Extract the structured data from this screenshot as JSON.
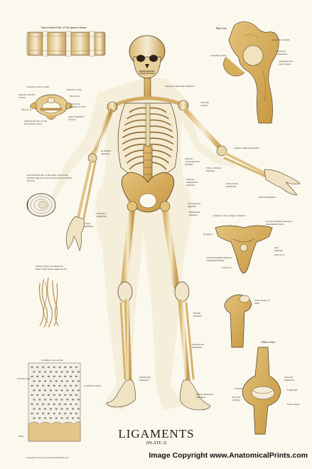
{
  "title": "LIGAMENTS",
  "subtitle": "(PLATE 2)",
  "copyright": "Copyright 2014 www.AnatomicalPrints.com",
  "watermark": "Image Copyright www.AnatomicalPrints.com",
  "panels": {
    "spine_discs": {
      "caption": "Intervertebral disc of the spinal column."
    },
    "atlas": {
      "labels": {
        "articular_facet": "Articular facet for dens",
        "synovial_cavity": "Synovial cavity",
        "superior_articular": "Superior articular process",
        "dens": "Dens (C2)",
        "atlas": "Atlas (C1)",
        "transverse": "Transverse ligament of atlas",
        "apical": "Apical ligament of dens",
        "spinous": "Spinous process of axis (C2) (below atlas)"
      }
    },
    "hip": {
      "caption": "Hip Joint",
      "labels": {
        "acetabular_labrum": "Acetabular labrum",
        "acetabular_joint": "Acetabular joint",
        "synovial": "Synovial membrane",
        "ligaments": "Ligaments and joint capsule"
      }
    },
    "disc_section": {
      "caption": "Intervertebral disc of the spine. The nuclei nucleus pulposus is surrounded by the annulus fibrosus."
    },
    "fibrous": {
      "caption": "Fibrous Tissue (Collagenous fibers with various appearances)"
    },
    "cartilage": {
      "caption": "Cartilage cross-section",
      "labels": {
        "chondrocytes": "Chondrocytes",
        "connective": "Connective tissue",
        "bone": "Bone"
      }
    },
    "vertebrae": {
      "caption": "Posterior view of upper vertebrae",
      "labels": {
        "cruciate": "Cruciate ligament (superior longitudinal band)",
        "occipital": "Occipital",
        "cruciate_inf": "Cruciate ligament (inferior longitudinal band)",
        "axis": "Axis (C2)",
        "alar": "Alar ligament",
        "atlas": "Atlas (C1)"
      }
    },
    "ankle": {
      "labels": {
        "joint": "Joint capsule of ankle"
      }
    },
    "elbow": {
      "caption": "Elbow Joint",
      "labels": {
        "synovial": "Synovial membrane",
        "trochlea": "Trochlea",
        "capitulum": "Capitulum",
        "articular": "Articular cartilage",
        "joint_capsule": "Joint capsule"
      }
    }
  },
  "skeleton": {
    "labels": {
      "ant_long": "Anterior longitudinal ligament",
      "articular_capsule": "Articular capsule",
      "iliolumbar": "Iliolumbar ligament",
      "radial_collateral": "Radial collateral ligament",
      "anterior_cc": "Anterior costotransverse ligament",
      "ulnar_collateral": "Ulnar collateral ligament",
      "anterior_long2": "Anterior longitudinal ligament",
      "interosseous1": "Interosseous membrane",
      "palmar": "Palmar ligaments",
      "sacrospinous": "Sacrospinous ligament",
      "obturator": "Obturator membrane",
      "iliofemoral": "Iliofemoral ligament",
      "patellar": "Patellar ligament",
      "interosseous2": "Interosseous membrane",
      "tibiofibular": "Tibiofibular ligaments",
      "dorsal_meta": "Dorsal metatarsal ligaments",
      "carpal": "Carpal ligaments"
    }
  }
}
